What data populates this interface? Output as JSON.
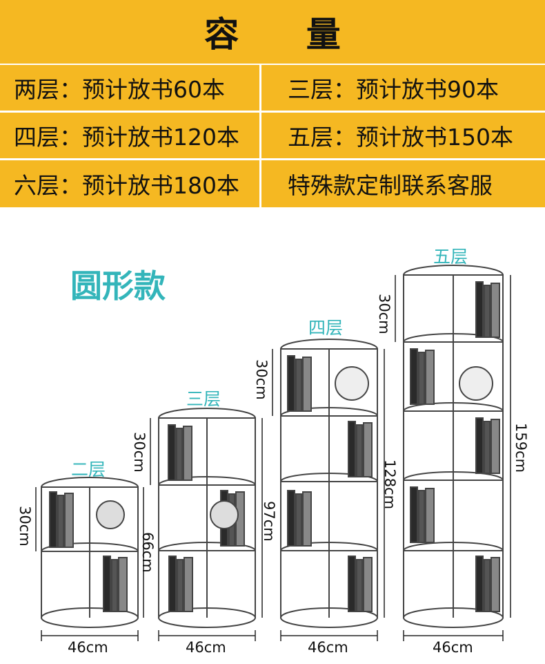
{
  "header": {
    "title": "容 量"
  },
  "capacity": [
    {
      "left": "两层：预计放书60本",
      "right": "三层：预计放书90本"
    },
    {
      "left": "四层：预计放书120本",
      "right": "五层：预计放书150本"
    },
    {
      "left": "六层：预计放书180本",
      "right": "特殊款定制联系客服"
    }
  ],
  "round_style_label": "圆形款",
  "shelves": [
    {
      "tier_label": "二层",
      "width": "46cm",
      "height": "66cm",
      "layer": "30cm"
    },
    {
      "tier_label": "三层",
      "width": "46cm",
      "height": "97cm",
      "layer": "30cm"
    },
    {
      "tier_label": "四层",
      "width": "46cm",
      "height": "128cm",
      "layer": "30cm"
    },
    {
      "tier_label": "五层",
      "width": "46cm",
      "height": "159cm",
      "layer": "30cm"
    }
  ],
  "colors": {
    "header_bg": "#f5b822",
    "accent": "#33b5ba"
  }
}
